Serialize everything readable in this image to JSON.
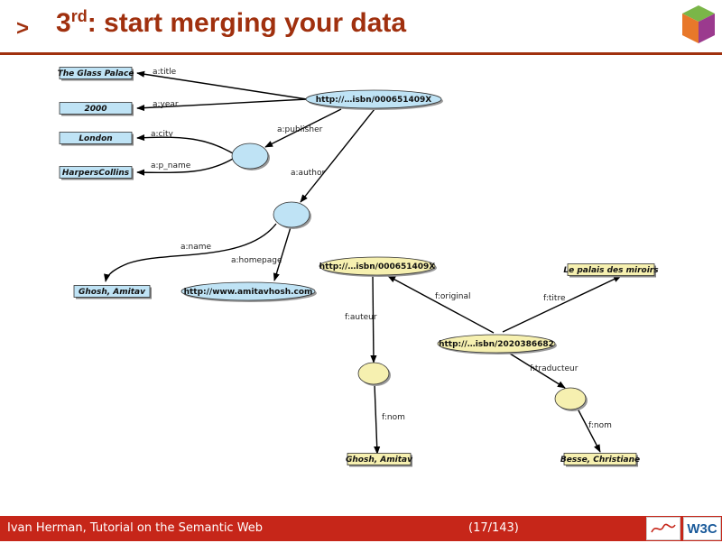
{
  "slide": {
    "bullet": ">",
    "title_prefix": "3",
    "title_sup": "rd",
    "title_rest": ": start merging your data",
    "footer_text": "Ivan Herman, Tutorial on the Semantic Web",
    "footer_page": "(17/143)",
    "footer_logo2_text": "W3C",
    "accent_color": "#a0300e",
    "footer_color": "#c62619"
  },
  "diagram": {
    "nodes": [
      {
        "id": "glass",
        "text": "The Glass Palace",
        "kind": "literal",
        "fill": "#bfe3f5"
      },
      {
        "id": "y2000",
        "text": "2000",
        "kind": "literal",
        "fill": "#bfe3f5"
      },
      {
        "id": "london",
        "text": "London",
        "kind": "literal",
        "fill": "#bfe3f5"
      },
      {
        "id": "harper",
        "text": "HarpersCollins",
        "kind": "literal",
        "fill": "#bfe3f5"
      },
      {
        "id": "isbnA",
        "text": "http://…isbn/000651409X",
        "kind": "uri",
        "fill": "#bfe3f5"
      },
      {
        "id": "pubBlank",
        "text": "",
        "kind": "blank",
        "fill": "#bfe3f5"
      },
      {
        "id": "authBlank",
        "text": "",
        "kind": "blank",
        "fill": "#bfe3f5"
      },
      {
        "id": "ghoshA",
        "text": "Ghosh, Amitav",
        "kind": "literal",
        "fill": "#bfe3f5"
      },
      {
        "id": "homepage",
        "text": "http://www.amitavhosh.com",
        "kind": "uri",
        "fill": "#bfe3f5"
      },
      {
        "id": "isbnB",
        "text": "http://…isbn/000651409X",
        "kind": "uri",
        "fill": "#f6f0b0"
      },
      {
        "id": "palais",
        "text": "Le palais des miroirs",
        "kind": "literal",
        "fill": "#f6f0b0"
      },
      {
        "id": "isbnC",
        "text": "http://…isbn/2020386682",
        "kind": "uri",
        "fill": "#f6f0b0"
      },
      {
        "id": "fauteurBlank",
        "text": "",
        "kind": "blank",
        "fill": "#f6f0b0"
      },
      {
        "id": "ftradBlank",
        "text": "",
        "kind": "blank",
        "fill": "#f6f0b0"
      },
      {
        "id": "ghoshF",
        "text": "Ghosh, Amitav",
        "kind": "literal",
        "fill": "#f6f0b0"
      },
      {
        "id": "besse",
        "text": "Besse, Christiane",
        "kind": "literal",
        "fill": "#f6f0b0"
      }
    ],
    "edges": [
      {
        "from": "isbnA",
        "to": "glass",
        "label": "a:title"
      },
      {
        "from": "isbnA",
        "to": "y2000",
        "label": "a:year"
      },
      {
        "from": "isbnA",
        "to": "authBlank",
        "label": "a:author"
      },
      {
        "from": "isbnA",
        "to": "pubBlank",
        "label": "a:publisher"
      },
      {
        "from": "pubBlank",
        "to": "london",
        "label": "a:city"
      },
      {
        "from": "pubBlank",
        "to": "harper",
        "label": "a:p_name"
      },
      {
        "from": "authBlank",
        "to": "ghoshA",
        "label": "a:name"
      },
      {
        "from": "authBlank",
        "to": "homepage",
        "label": "a:homepage"
      },
      {
        "from": "isbnC",
        "to": "isbnB",
        "label": "f:original"
      },
      {
        "from": "isbnC",
        "to": "palais",
        "label": "f:titre"
      },
      {
        "from": "isbnB",
        "to": "fauteurBlank",
        "label": "f:auteur"
      },
      {
        "from": "isbnC",
        "to": "ftradBlank",
        "label": "f:traducteur"
      },
      {
        "from": "fauteurBlank",
        "to": "ghoshF",
        "label": "f:nom"
      },
      {
        "from": "ftradBlank",
        "to": "besse",
        "label": "f:nom"
      }
    ]
  }
}
